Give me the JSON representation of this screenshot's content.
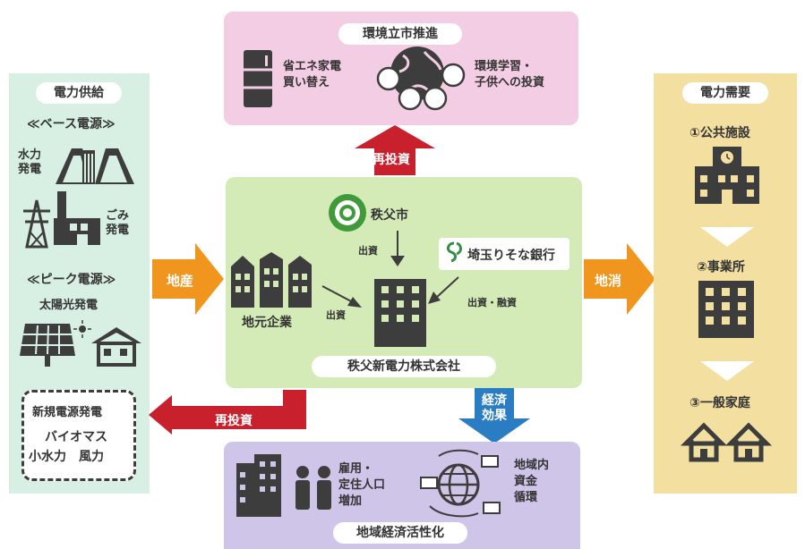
{
  "colors": {
    "supply_bg": "#d8efe4",
    "demand_bg": "#f3dfa0",
    "top_bg": "#f3cde3",
    "bottom_bg": "#cfc5e8",
    "center_bg": "#d4eab7",
    "orange_arrow": "#f0961e",
    "red_arrow": "#c8202d",
    "blue_arrow": "#2a7dc3"
  },
  "supply": {
    "title": "電力供給",
    "base_label": "≪ベース電源≫",
    "hydro": "水力\n発電",
    "waste": "ごみ\n発電",
    "peak_label": "≪ピーク電源≫",
    "solar": "太陽光発電",
    "new_power_title": "新規電源発電",
    "new_power_line1": "バイオマス",
    "new_power_line2": "小水力　風力"
  },
  "top": {
    "title": "環境立市推進",
    "appliance": "省エネ家電\n買い替え",
    "education": "環境学習・\n子供への投資"
  },
  "center": {
    "city": "秩父市",
    "bank": "埼玉りそな銀行",
    "local_companies": "地元企業",
    "invest_city": "出資",
    "invest_local": "出資",
    "invest_bank": "出資・融資",
    "company_name": "秩父新電力株式会社"
  },
  "arrows": {
    "reinvest_top": "再投資",
    "reinvest_bottom": "再投資",
    "local_production": "地産",
    "local_consumption": "地消",
    "economic_effect": "経済\n効果"
  },
  "bottom": {
    "title": "地域経済活性化",
    "employment": "雇用・\n定住人口\n増加",
    "circulation": "地域内\n資金\n循環"
  },
  "demand": {
    "title": "電力需要",
    "item1": "①公共施設",
    "item2": "②事業所",
    "item3": "③一般家庭"
  }
}
